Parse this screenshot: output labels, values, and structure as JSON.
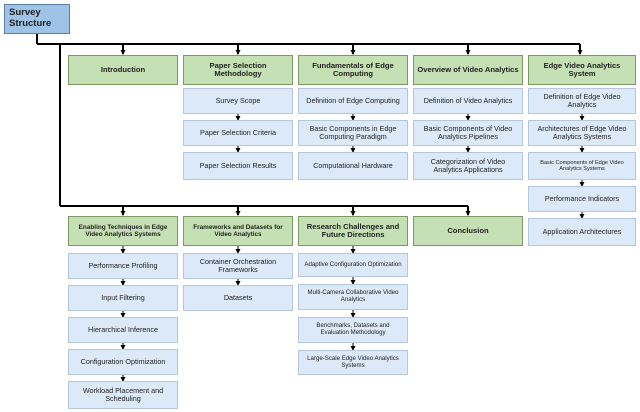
{
  "root": "Survey Structure",
  "sections": [
    {
      "title": "Introduction",
      "items": []
    },
    {
      "title": "Paper Selection Methodology",
      "items": [
        "Survey Scope",
        "Paper Selection Criteria",
        "Paper Selection Results"
      ]
    },
    {
      "title": "Fundamentals of Edge Computing",
      "items": [
        "Definition of Edge Computing",
        "Basic Components in Edge Computing Paradigm",
        "Computational Hardware"
      ]
    },
    {
      "title": "Overview of Video Analytics",
      "items": [
        "Definition of Video Analytics",
        "Basic Components of Video Analytics Pipelines",
        "Categorization of Video Analytics Applications"
      ]
    },
    {
      "title": "Edge Video Analytics System",
      "items": [
        "Definition of Edge Video Analytics",
        "Architectures of Edge Video Analytics Systems",
        "Basic Components of Edge Video Analytics Systems",
        "Performance Indicators",
        "Application Architectures"
      ]
    },
    {
      "title": "Enabling Techniques in Edge Video Analytics Systems",
      "items": [
        "Performance Profiling",
        "Input Filtering",
        "Hierarchical Inference",
        "Configuration Optimization",
        "Workload Placement and Scheduling"
      ]
    },
    {
      "title": "Frameworks and Datasets for Video Analytics",
      "items": [
        "Container Orchestration Frameworks",
        "Datasets"
      ]
    },
    {
      "title": "Research Challenges and Future Directions",
      "items": [
        "Adaptive Configuration Optimization",
        "Multi-Camera Collaborative Video Analytics",
        "Benchmarks, Datasets and Evaluation Methodology",
        "Large-Scale Edge Video Analytics Systems"
      ]
    },
    {
      "title": "Conclusion",
      "items": []
    }
  ],
  "colors": {
    "root_fill": "#9dc3e6",
    "section_fill": "#c5e0b4",
    "item_fill": "#dce9f8",
    "connector": "#000000"
  }
}
